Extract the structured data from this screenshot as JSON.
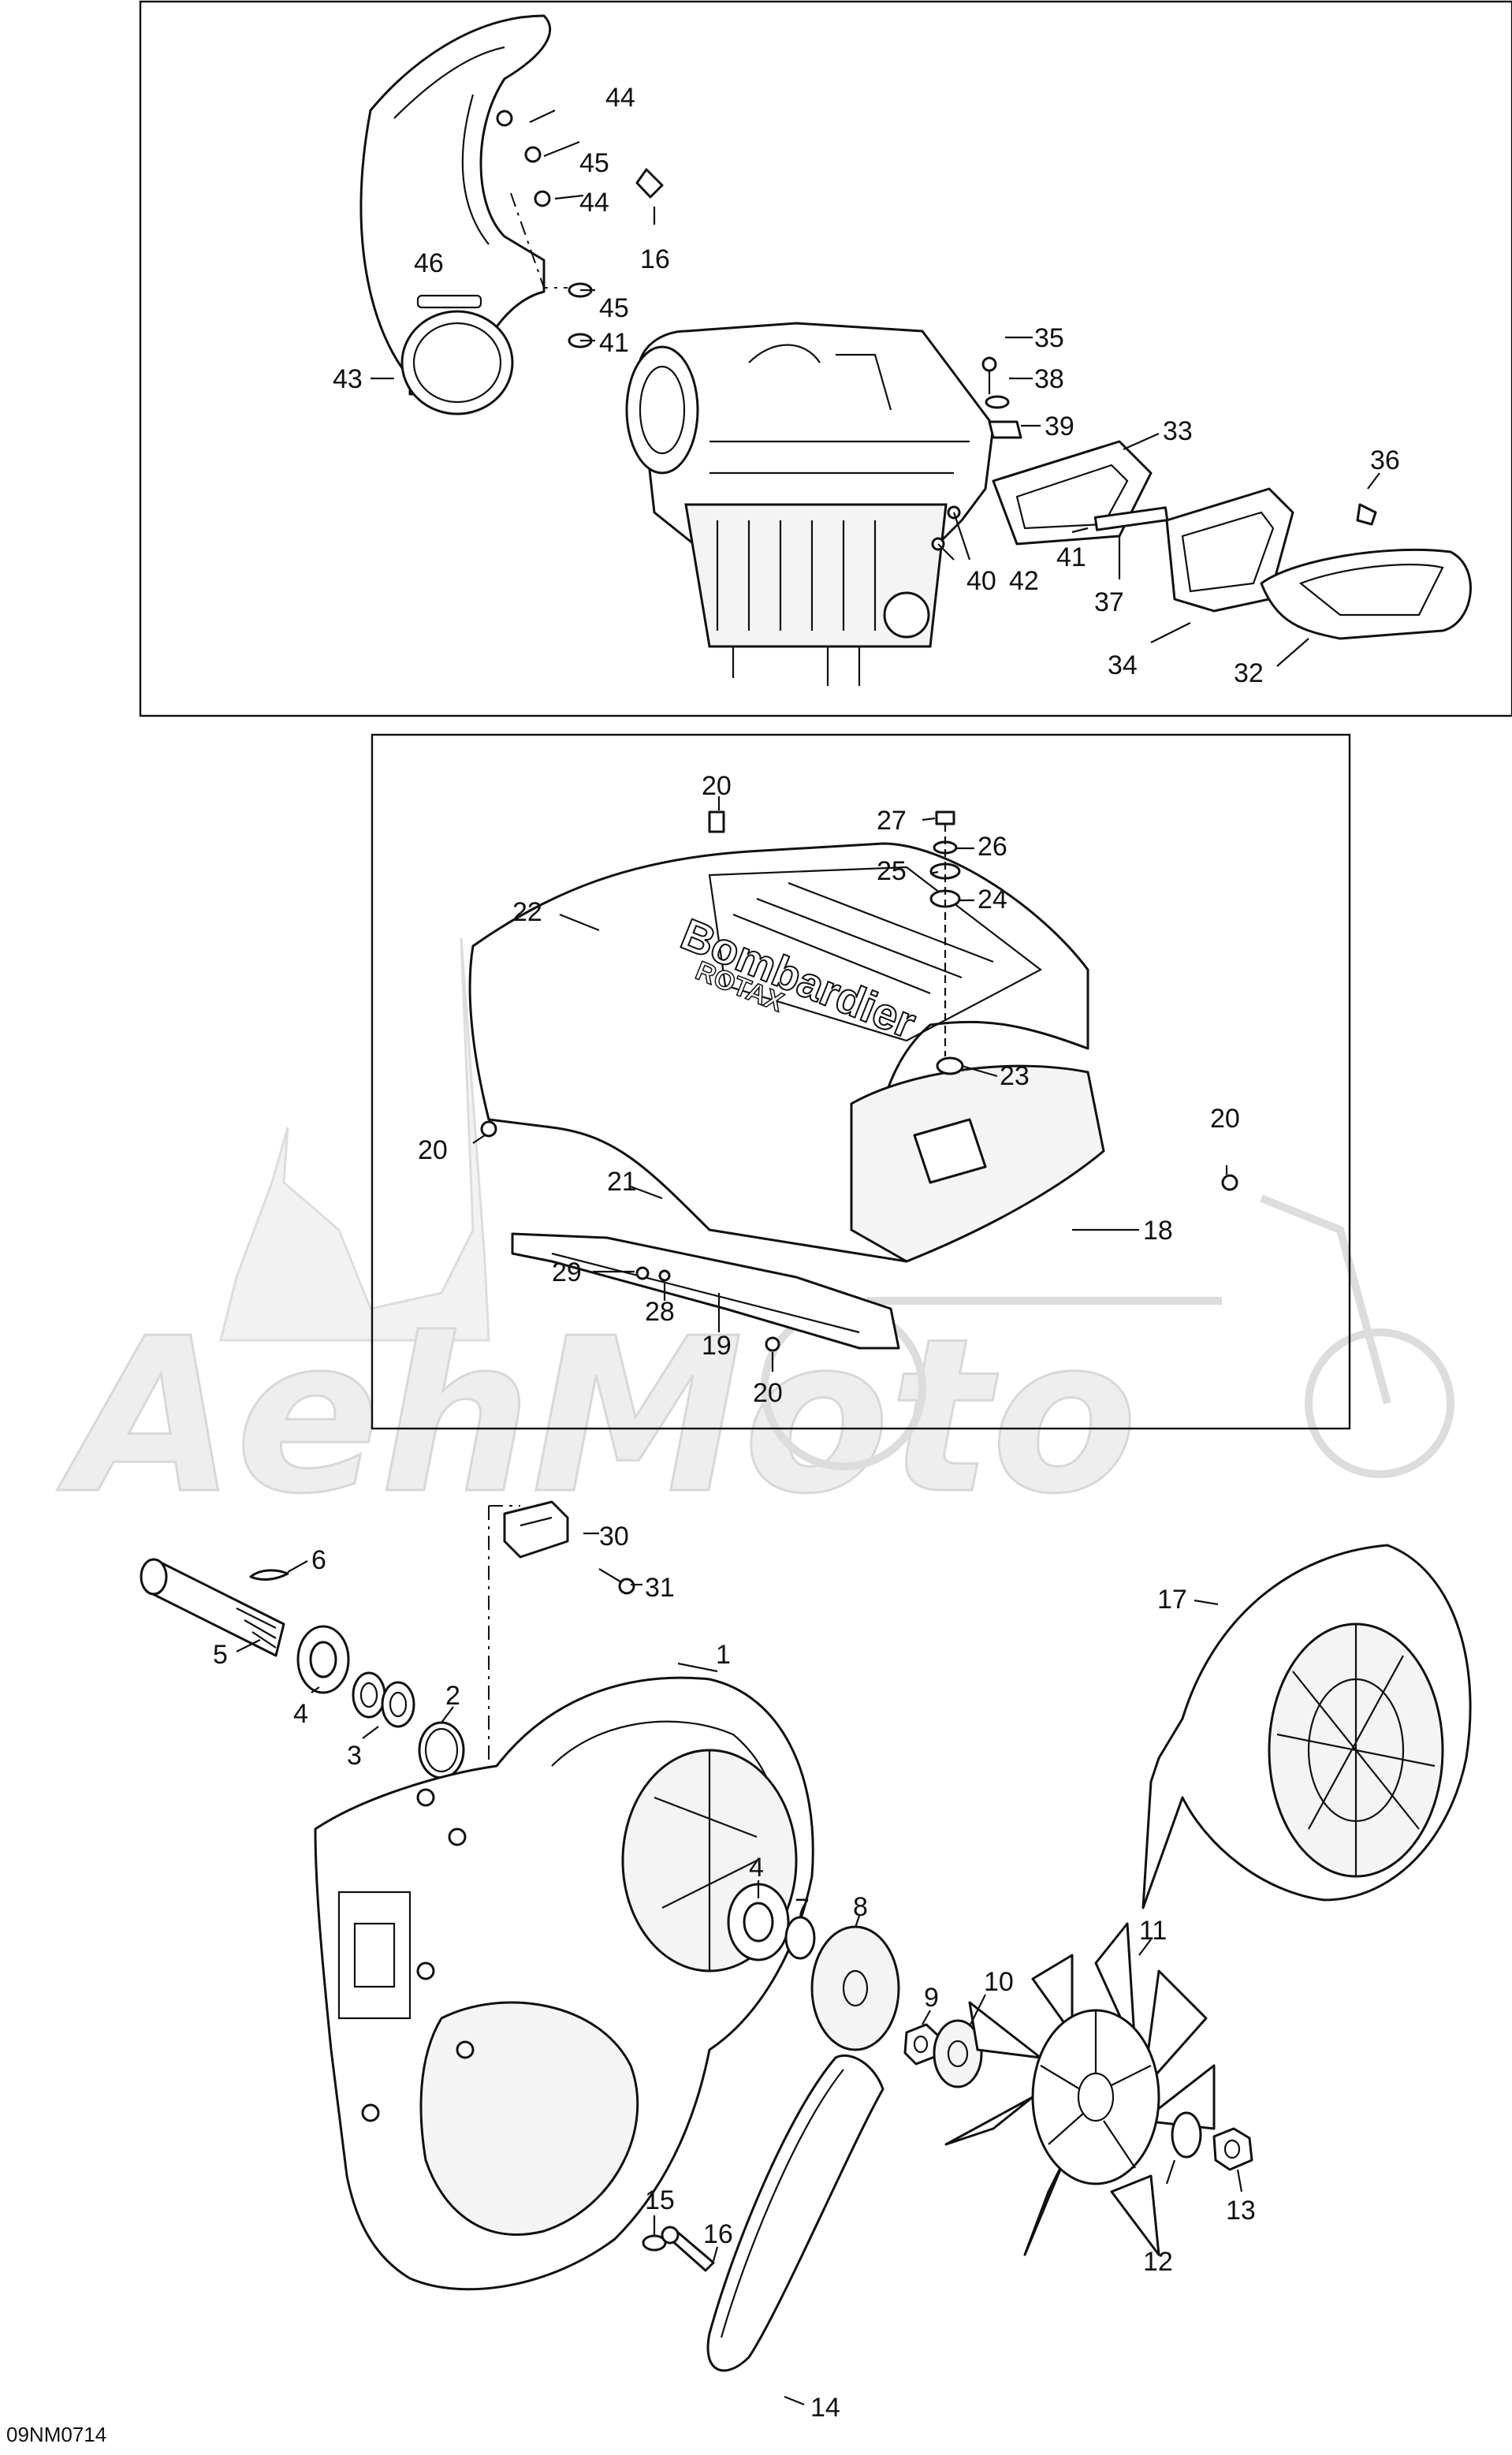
{
  "diagram": {
    "watermark_text": "AehMoto",
    "drawing_code": "09NM0714",
    "engine_cowl_brand": "Bombardier",
    "engine_cowl_sub": "ROTAX",
    "callouts": {
      "c44a": "44",
      "c45a": "45",
      "c44b": "44",
      "c46": "46",
      "c16a": "16",
      "c45b": "45",
      "c41a": "41",
      "c43": "43",
      "c35": "35",
      "c38": "38",
      "c39": "39",
      "c33": "33",
      "c36": "36",
      "c41b": "41",
      "c40": "40",
      "c42": "42",
      "c37": "37",
      "c34": "34",
      "c32": "32",
      "c20a": "20",
      "c27": "27",
      "c26": "26",
      "c25": "25",
      "c24": "24",
      "c22": "22",
      "c23": "23",
      "c20b": "20",
      "c20c": "20",
      "c21": "21",
      "c18": "18",
      "c29": "29",
      "c28": "28",
      "c19": "19",
      "c20d": "20",
      "c30": "30",
      "c31": "31",
      "c6": "6",
      "c17": "17",
      "c5": "5",
      "c1": "1",
      "c2": "2",
      "c4a": "4",
      "c3": "3",
      "c4b": "4",
      "c7": "7",
      "c8": "8",
      "c9": "9",
      "c10": "10",
      "c11": "11",
      "c15": "15",
      "c16b": "16",
      "c13": "13",
      "c12": "12",
      "c14": "14"
    }
  }
}
